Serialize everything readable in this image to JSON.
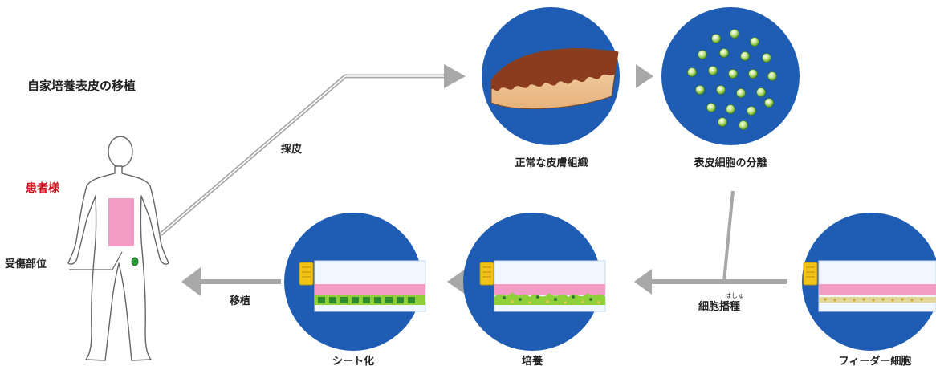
{
  "title": "自家培養表皮の移植",
  "patient_label": "患者様",
  "injury_site_label": "受傷部位",
  "arrows": {
    "harvest_label": "採皮",
    "transplant_label": "移植",
    "seeding_label": "細胞播種",
    "seeding_ruby": "はしゅ"
  },
  "steps": {
    "normal_tissue": "正常な皮膚組織",
    "cell_separation": "表皮細胞の分離",
    "sheet": "シート化",
    "culture": "培養",
    "feeder": "フィーダー細胞"
  },
  "colors": {
    "circle_blue": "#1f5db4",
    "wound_pink": "#f29bc4",
    "skin_tan": "#f3c99a",
    "dermis_brown": "#8b3b1e",
    "cell_green": "#8fcf3a",
    "arrow_gray": "#a8a8a8"
  }
}
